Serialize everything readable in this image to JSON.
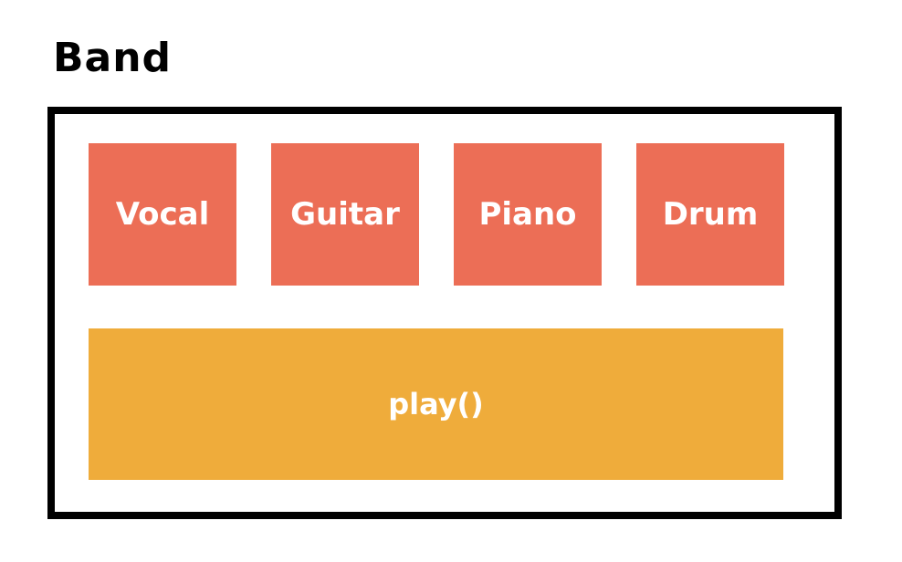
{
  "title": "Band",
  "colors": {
    "member_box": "#EC6E56",
    "method_box": "#EFAC3B",
    "container_border": "#000000",
    "box_text": "#FFFFFF",
    "title_text": "#000000",
    "background": "#FFFFFF"
  },
  "members": [
    {
      "label": "Vocal"
    },
    {
      "label": "Guitar"
    },
    {
      "label": "Piano"
    },
    {
      "label": "Drum"
    }
  ],
  "method": {
    "label": "play()"
  }
}
